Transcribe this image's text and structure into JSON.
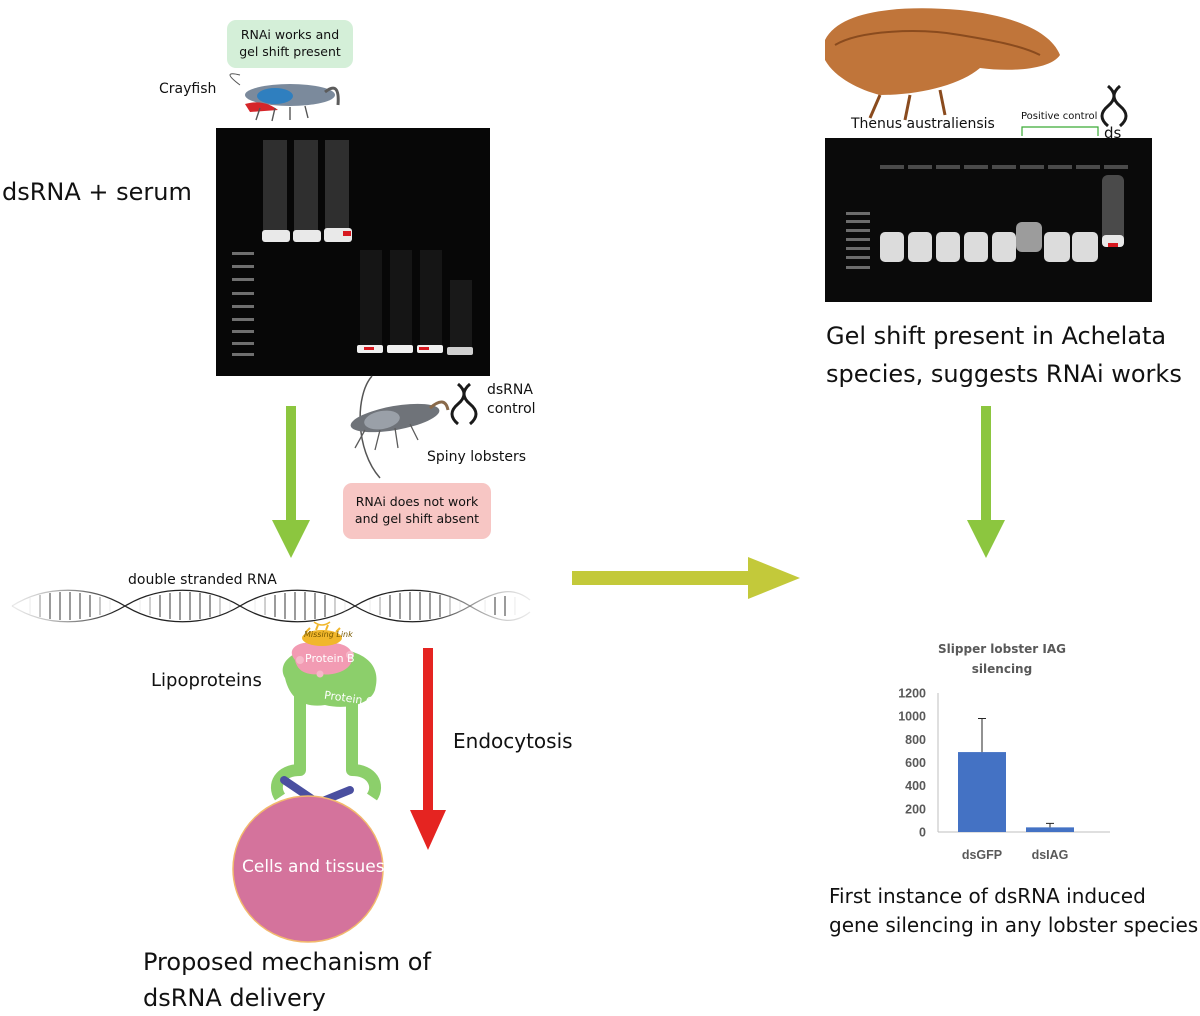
{
  "texts": {
    "serum_label": "dsRNA + serum",
    "crayfish_label": "Crayfish",
    "crayfish_note_line1": "RNAi works and",
    "crayfish_note_line2": "gel shift present",
    "dsrna_control_line1": "dsRNA",
    "dsrna_control_line2": "control",
    "spiny_label": "Spiny lobsters",
    "spiny_note_line1": "RNAi does not work",
    "spiny_note_line2": "and gel shift absent",
    "thenus_label": "Thenus australiensis",
    "positive_control_label": "Positive control",
    "ds_label": "ds",
    "achelata_line1": "Gel shift present in Achelata",
    "achelata_line2": "species, suggests RNAi works",
    "dsrna_label": "double stranded RNA",
    "missing_link": "Missing Link",
    "protein_b": "Protein B",
    "protein_c": "Protein C",
    "lipoproteins_label": "Lipoproteins",
    "endocytosis_label": "Endocytosis",
    "cells_label": "Cells and tissues",
    "mechanism_line1": "Proposed mechanism of",
    "mechanism_line2": "dsRNA delivery",
    "first_instance_line1": "First instance of dsRNA induced",
    "first_instance_line2": "gene silencing in any lobster species"
  },
  "colors": {
    "green_arrow": "#8cc63f",
    "olive_arrow": "#c3c93a",
    "red_arrow": "#e52421",
    "cell_fill": "#d4739c",
    "cell_stroke": "#f2b96d",
    "protein_b": "#f29bb3",
    "protein_c": "#8ccf6b",
    "missing_link": "#f1b72b",
    "antibody_link": "#4a4fa0",
    "bar": "#4472c4"
  },
  "chart_data": {
    "type": "bar",
    "title": "Slipper lobster IAG silencing",
    "categories": [
      "dsGFP",
      "dsIAG"
    ],
    "values": [
      690,
      40
    ],
    "errors": [
      290,
      35
    ],
    "ylim": [
      0,
      1200
    ],
    "yticks": [
      0,
      200,
      400,
      600,
      800,
      1000,
      1200
    ],
    "grid": false,
    "xlabel": "",
    "ylabel": ""
  }
}
